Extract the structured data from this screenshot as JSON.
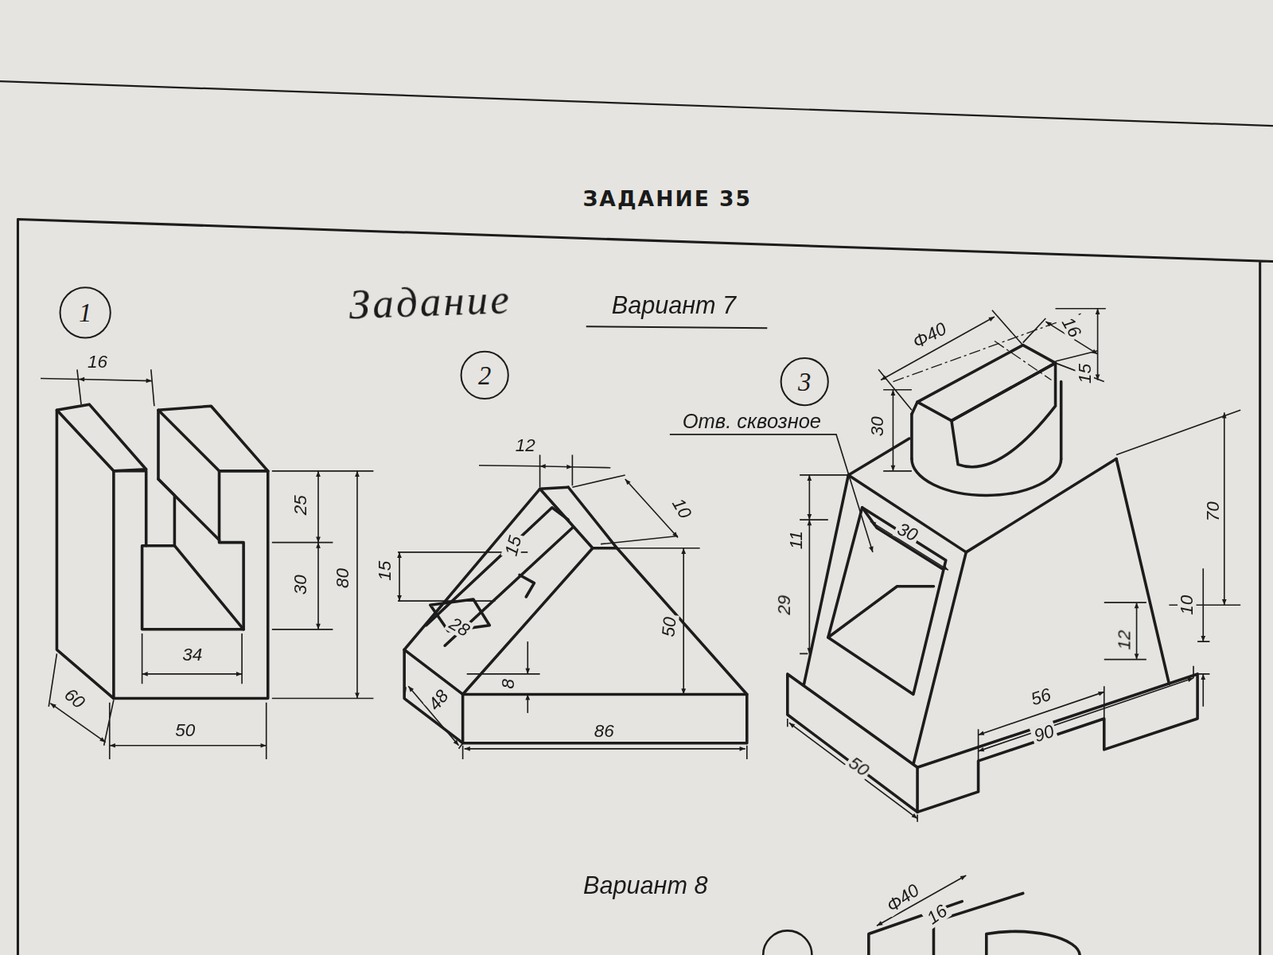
{
  "diagram": {
    "title": "ЗАДАНИЕ 35",
    "nodes": [
      {
        "text": [
          "1"
        ]
      },
      {
        "text": [
          "2"
        ]
      },
      {
        "text": [
          "3"
        ]
      }
    ],
    "labels": [
      "Задание",
      "Вариант 7",
      "16",
      "25",
      "30",
      "80",
      "34",
      "60",
      "50",
      "12",
      "10",
      "15",
      "15",
      "28",
      "8",
      "50",
      "48",
      "86",
      "Φ40",
      "16",
      "15",
      "Отв. сквозное",
      "30",
      "30",
      "11",
      "29",
      "70",
      "10",
      "12",
      "56",
      "90",
      "50",
      "Вариант 8",
      "Φ40",
      "16"
    ]
  }
}
